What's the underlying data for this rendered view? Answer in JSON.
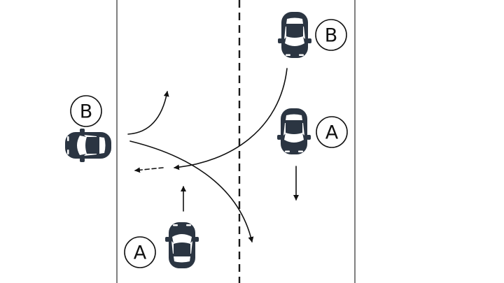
{
  "vehicles": [
    {
      "id": "B",
      "label": "B"
    },
    {
      "id": "A",
      "label": "A"
    },
    {
      "id": "B",
      "label": "B"
    },
    {
      "id": "A",
      "label": "A"
    }
  ],
  "colors": {
    "car_body": "#2b3542",
    "lines": "#111111",
    "background": "#ffffff"
  }
}
